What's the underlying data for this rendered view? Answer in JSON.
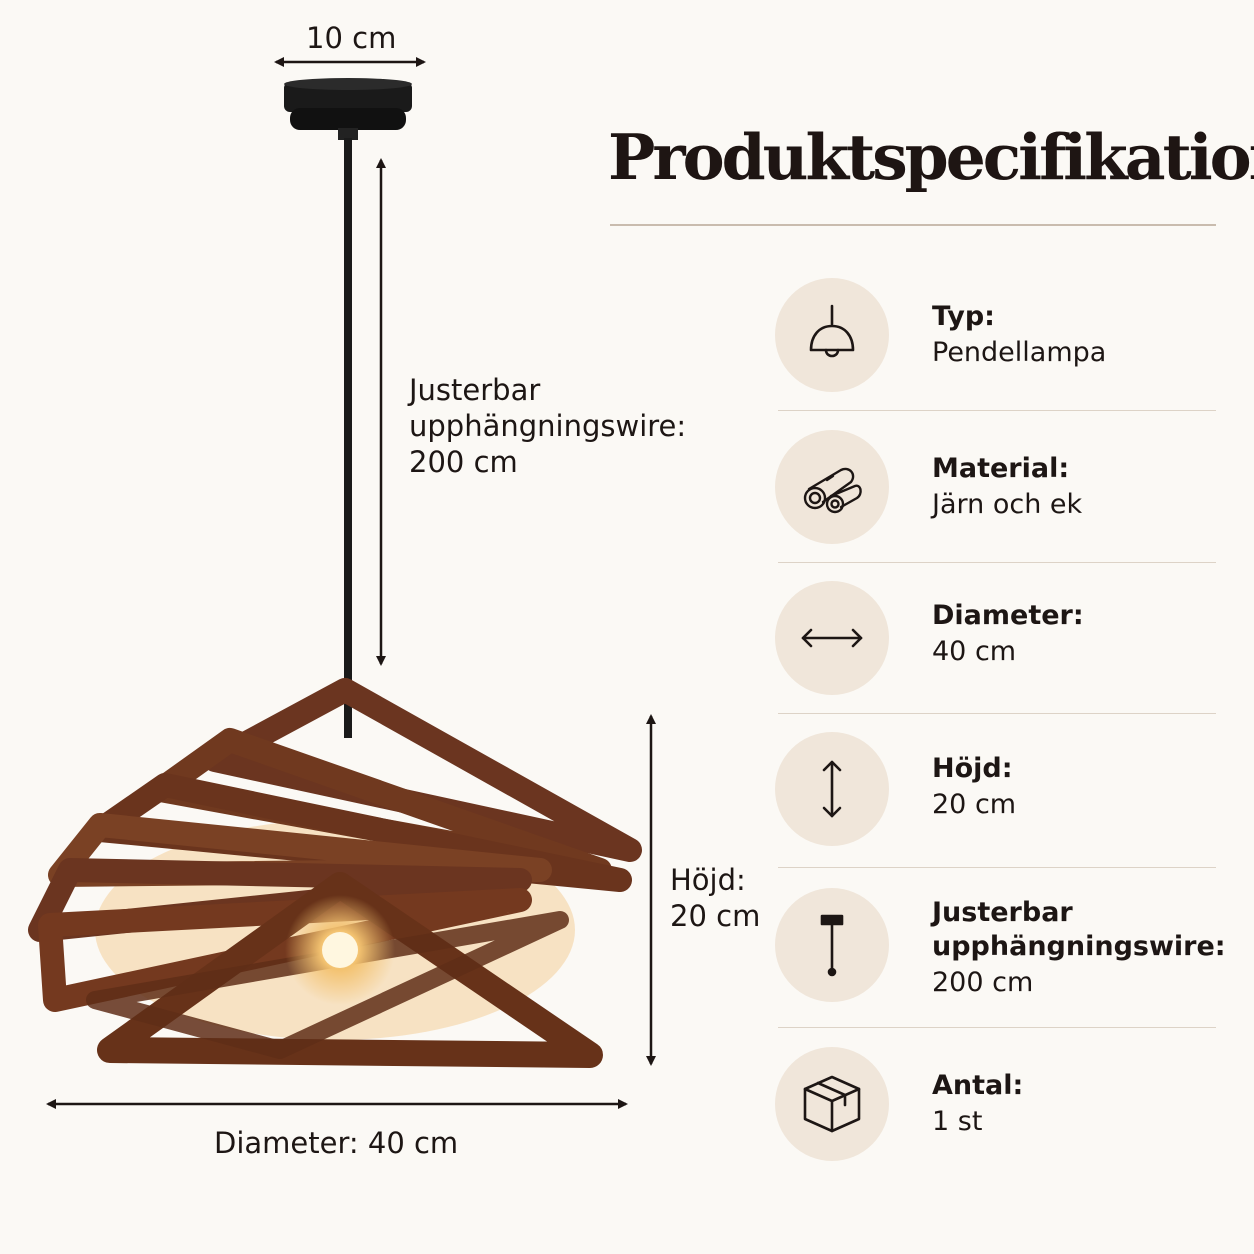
{
  "title": "Produktspecifikation",
  "dimensions": {
    "top_width": "10 cm",
    "wire_label_line1": "Justerbar",
    "wire_label_line2": "upphängningswire:",
    "wire_label_line3": "200 cm",
    "height_line1": "Höjd:",
    "height_line2": "20 cm",
    "diameter": "Diameter: 40 cm"
  },
  "specs": [
    {
      "label": "Typ:",
      "value": "Pendellampa",
      "icon": "pendant-lamp-icon"
    },
    {
      "label": "Material:",
      "value": "Järn och ek",
      "icon": "wood-logs-icon"
    },
    {
      "label": "Diameter:",
      "value": "40 cm",
      "icon": "horizontal-arrow-icon"
    },
    {
      "label": "Höjd:",
      "value": "20 cm",
      "icon": "vertical-arrow-icon"
    },
    {
      "label_line1": "Justerbar",
      "label_line2": "upphängningswire:",
      "value": "200 cm",
      "icon": "suspension-wire-icon"
    },
    {
      "label": "Antal:",
      "value": "1 st",
      "icon": "box-icon"
    }
  ],
  "colors": {
    "background": "#fbf9f5",
    "icon_circle": "#f0e6da",
    "wood": "#6e3a22",
    "text": "#1d1614"
  }
}
